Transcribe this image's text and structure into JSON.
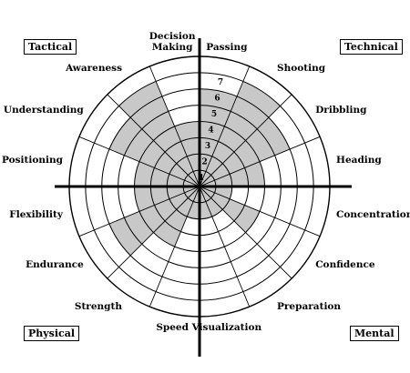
{
  "quadrants": {
    "top_left": "Tactical",
    "top_right": "Technical",
    "bottom_left": "Physical",
    "bottom_right": "Mental"
  },
  "scale": {
    "max": 8,
    "ring_labels": [
      "1",
      "2",
      "3",
      "4",
      "5",
      "6",
      "7"
    ]
  },
  "segments": [
    {
      "label": "Passing",
      "score": 6
    },
    {
      "label": "Shooting",
      "score": 7
    },
    {
      "label": "Dribbling",
      "score": 6
    },
    {
      "label": "Heading",
      "score": 4
    },
    {
      "label": "Concentration",
      "score": 2
    },
    {
      "label": "Confidence",
      "score": 4
    },
    {
      "label": "Preparation",
      "score": 2
    },
    {
      "label": "Visualization",
      "score": 2
    },
    {
      "label": "Speed",
      "score": 2
    },
    {
      "label": "Strength",
      "score": 4
    },
    {
      "label": "Endurance",
      "score": 6
    },
    {
      "label": "Flexibility",
      "score": 4
    },
    {
      "label": "Positioning",
      "score": 4
    },
    {
      "label": "Understanding",
      "score": 6
    },
    {
      "label": "Awareness",
      "score": 7
    },
    {
      "label": "Decision\nMaking",
      "score": 4
    }
  ],
  "colors": {
    "fill": "#c8c8c8",
    "line": "#000000"
  }
}
